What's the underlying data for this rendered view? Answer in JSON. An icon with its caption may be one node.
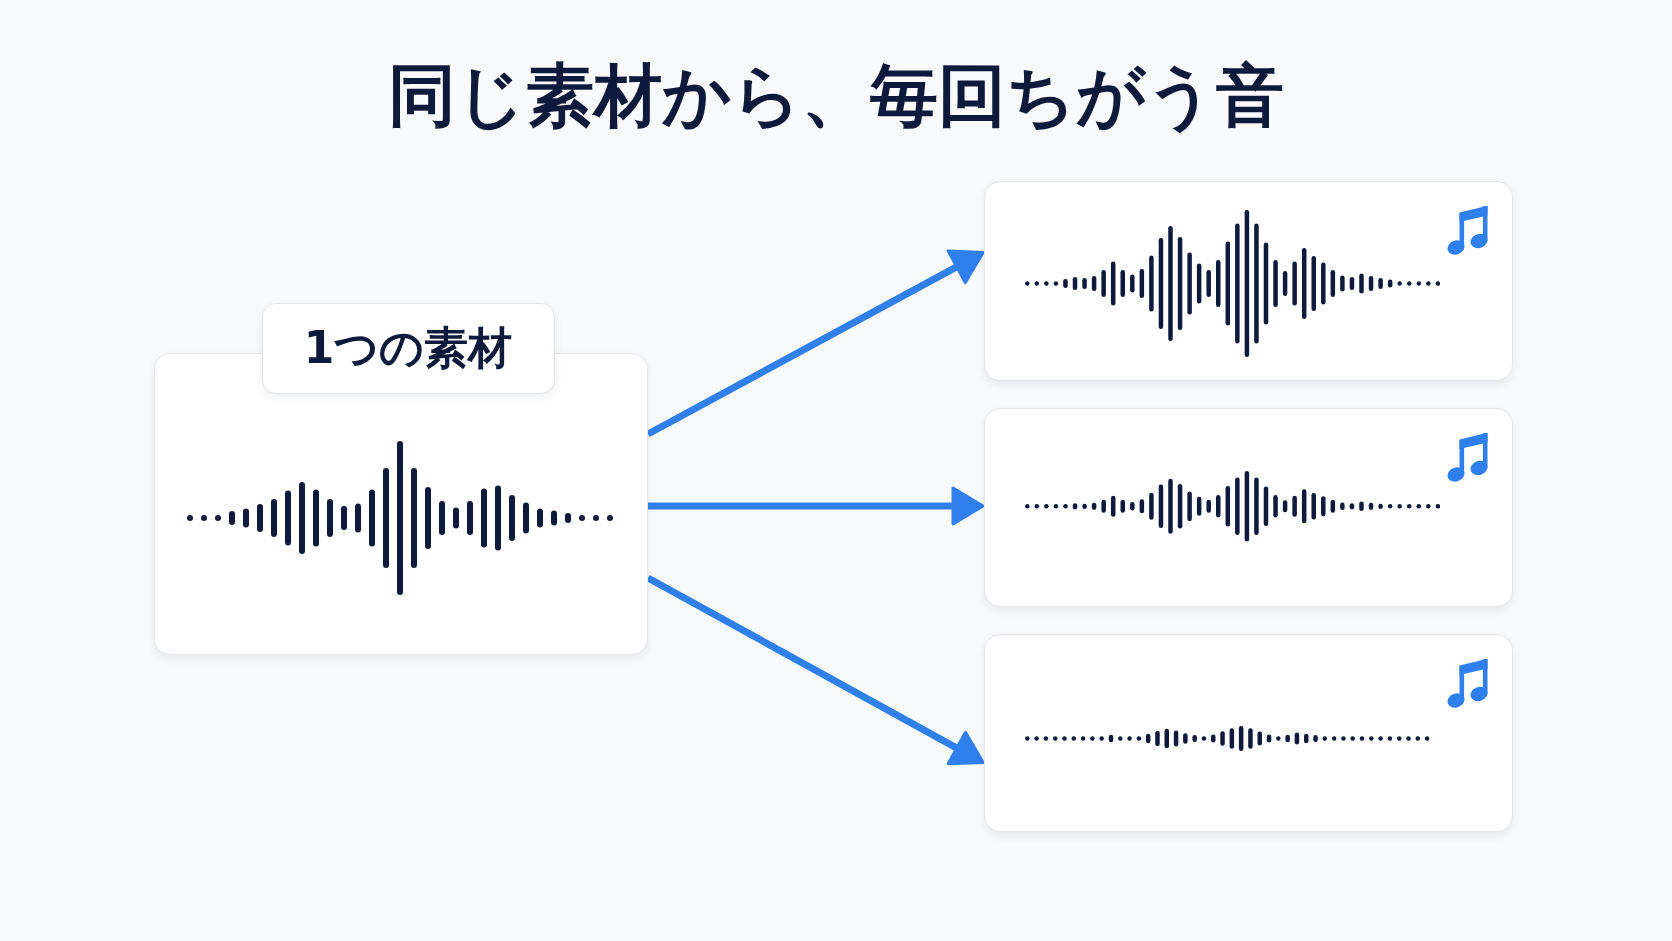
{
  "diagram": {
    "title": "同じ素材から、毎回ちがう音",
    "nodes": [
      {
        "text": [
          "1つの素材"
        ]
      },
      {
        "text": [],
        "shape": "box"
      },
      {
        "text": [],
        "shape": "box"
      },
      {
        "text": [],
        "shape": "box"
      }
    ],
    "edges": [
      {
        "from": 0,
        "to": 1,
        "arrow": "to"
      },
      {
        "from": 0,
        "to": 2,
        "arrow": "to"
      },
      {
        "from": 0,
        "to": 3,
        "arrow": "to"
      }
    ]
  }
}
